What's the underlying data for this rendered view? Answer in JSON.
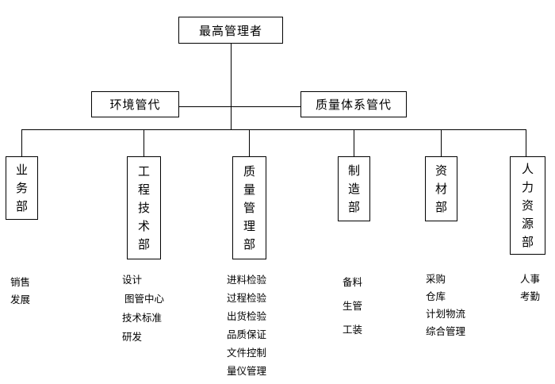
{
  "top": {
    "label": "最高管理者"
  },
  "reps": [
    {
      "label": "环境管代"
    },
    {
      "label": "质量体系管代"
    }
  ],
  "departments": [
    {
      "label": "业务部",
      "duties": [
        "销售",
        "发展"
      ]
    },
    {
      "label": "工程技术部",
      "duties": [
        "设计",
        "图管中心",
        "技术标准",
        "研发"
      ]
    },
    {
      "label": "质量管理部",
      "duties": [
        "进料检验",
        "过程检验",
        "出货检验",
        "品质保证",
        "文件控制",
        "量仪管理"
      ]
    },
    {
      "label": "制造部",
      "duties": [
        "备料",
        "生管",
        "工装"
      ]
    },
    {
      "label": "资材部",
      "duties": [
        "采购",
        "仓库",
        "计划物流",
        "综合管理"
      ]
    },
    {
      "label": "人力资源部",
      "duties": [
        "人事",
        "考勤"
      ]
    }
  ]
}
